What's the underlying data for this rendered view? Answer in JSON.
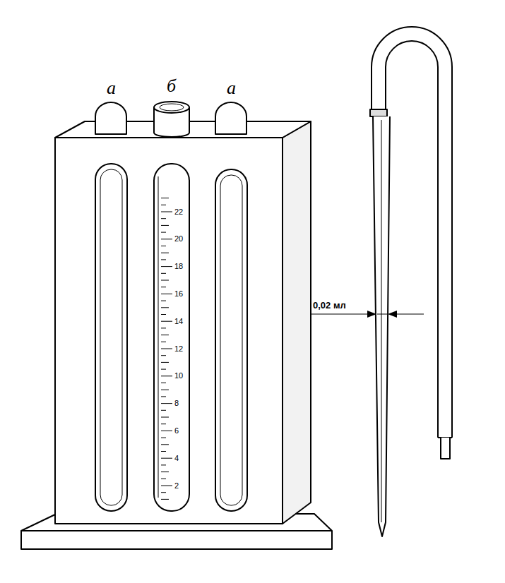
{
  "diagram": {
    "labels": [
      "а",
      "б",
      "а",
      "22",
      "20",
      "18",
      "16",
      "14",
      "12",
      "10",
      "8",
      "6",
      "4",
      "2",
      "0,02 мл"
    ]
  }
}
